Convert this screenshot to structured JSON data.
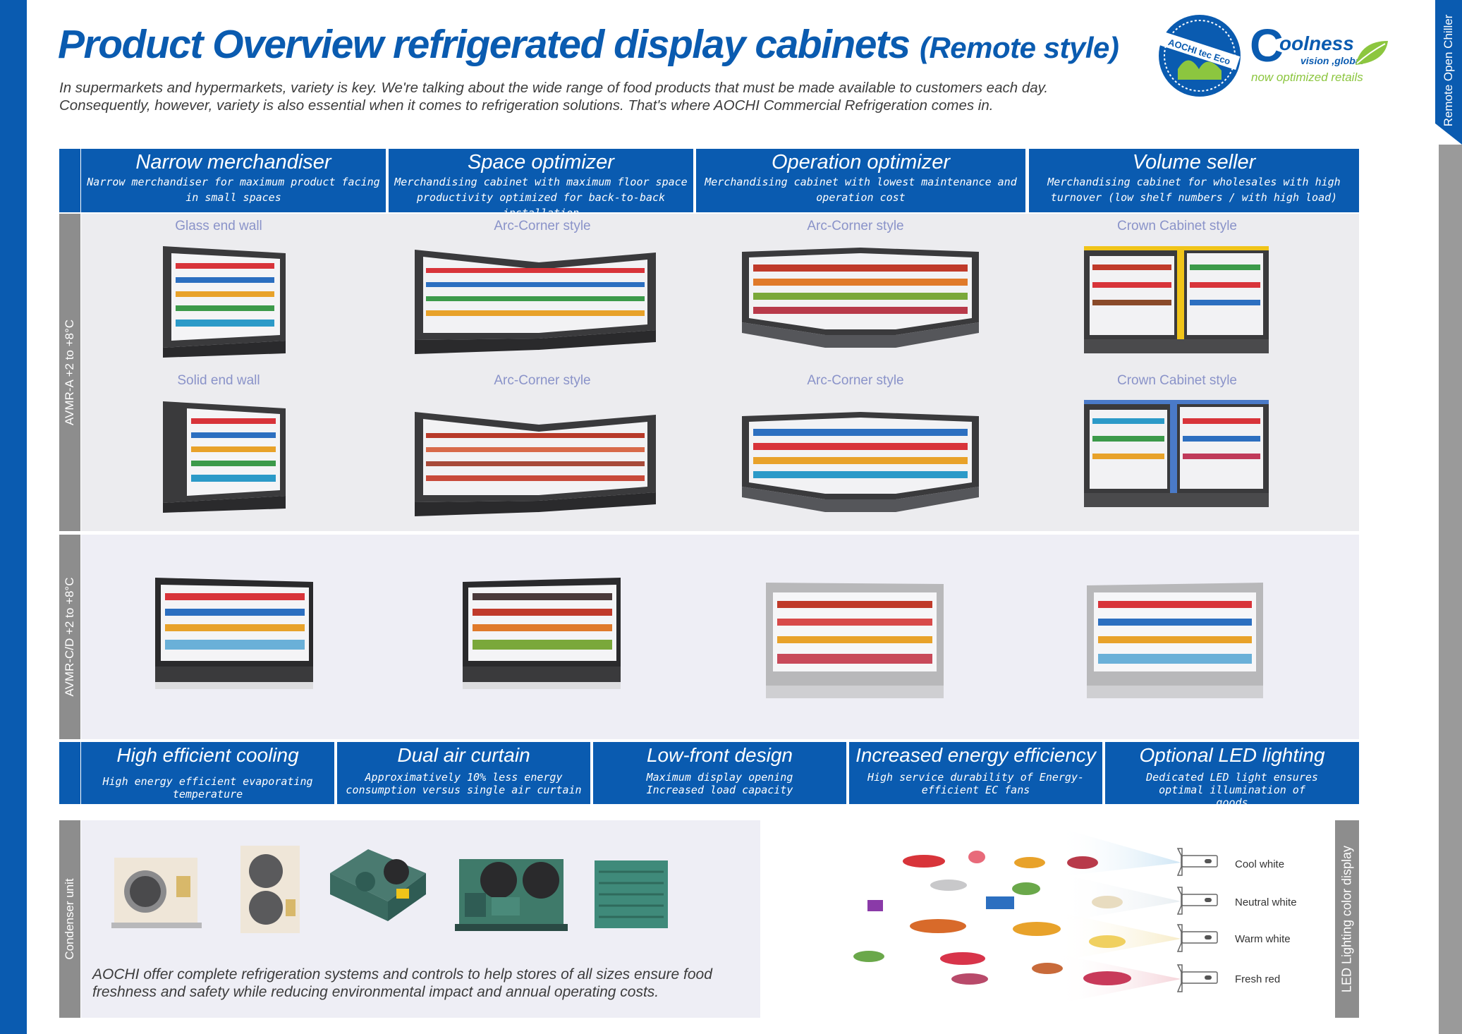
{
  "title": {
    "main": "Product Overview refrigerated display cabinets",
    "sub": "(Remote style)"
  },
  "intro": "In supermarkets and hypermarkets, variety is key. We're talking about the wide range of food products that must be made available to customers each day. Consequently, however, variety is also essential when it comes to refrigeration solutions. That's where AOCHI Commercial Refrigeration comes in.",
  "side_tab": "Remote Open Chiller",
  "logos": {
    "aochi_text": "AOCHI tec Eco",
    "coolness_c": "C",
    "coolness_word": "oolness",
    "coolness_vision": "vision ,global",
    "coolness_tagline": "now optimized retails"
  },
  "columns": [
    {
      "title": "Narrow merchandiser",
      "desc": "Narrow merchandiser for maximum product facing in small spaces"
    },
    {
      "title": "Space optimizer",
      "desc": "Merchandising cabinet with maximum floor space productivity optimized for back-to-back installation"
    },
    {
      "title": "Operation optimizer",
      "desc": "Merchandising cabinet with lowest maintenance and operation cost"
    },
    {
      "title": "Volume seller",
      "desc": "Merchandising cabinet for wholesales with high turnover (low shelf numbers / with high load)"
    }
  ],
  "rows": {
    "avmr_a": "AVMR-A  +2 to +8°C",
    "avmr_cd": "AVMR-C/D  +2 to +8°C",
    "condenser": "Condenser unit"
  },
  "cabinet_labels": {
    "row1": [
      "Glass end wall",
      "Arc-Corner style",
      "Arc-Corner style",
      "Crown Cabinet style"
    ],
    "row2": [
      "Solid end wall",
      "Arc-Corner style",
      "Arc-Corner style",
      "Crown Cabinet style"
    ]
  },
  "features": [
    {
      "title": "High efficient cooling",
      "desc": "High energy efficient evaporating temperature"
    },
    {
      "title": "Dual air curtain",
      "desc": "Approximatively 10% less energy consumption versus single air curtain"
    },
    {
      "title": "Low-front design",
      "desc": "Maximum display opening Increased load capacity"
    },
    {
      "title": "Increased energy efficiency",
      "desc": "High service durability of Energy-efficient EC fans"
    },
    {
      "title": "Optional LED lighting",
      "desc": "Dedicated LED light ensures optimal illumination of goods"
    }
  ],
  "condenser_text": "AOCHI offer complete refrigeration systems and controls to help stores of all sizes ensure food freshness and safety while reducing environmental impact and annual operating costs.",
  "led": {
    "side_label": "LED Lighting color display",
    "options": [
      "Cool white",
      "Neutral white",
      "Warm white",
      "Fresh red"
    ]
  },
  "colors": {
    "brand_blue": "#0a5bb0",
    "gray_label": "#8d8d8d",
    "cabinet_label": "#8a93c9",
    "panel_bg_1": "#ececef",
    "panel_bg_2": "#eeeef5",
    "eco_green": "#8cc63f"
  }
}
